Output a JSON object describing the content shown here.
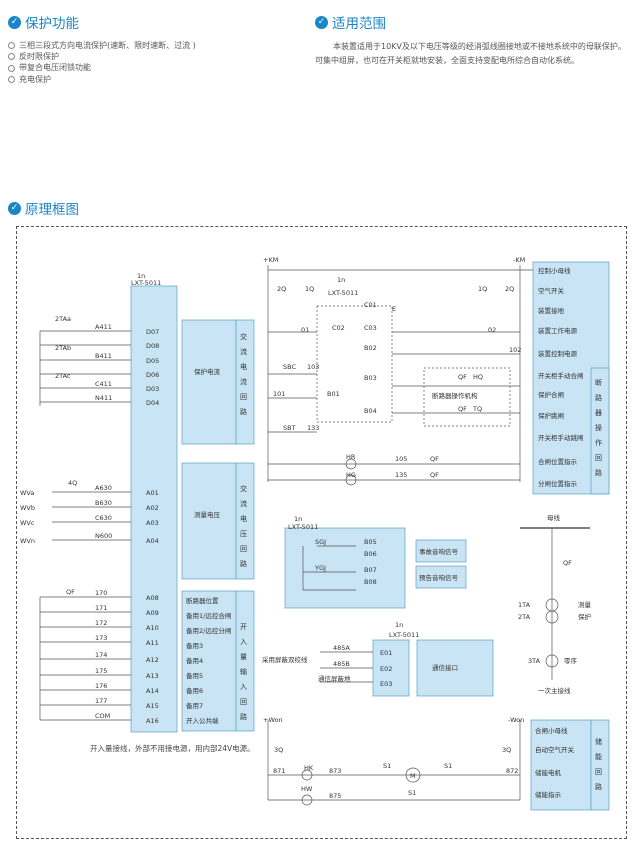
{
  "sections": {
    "protection": {
      "title": "保护功能"
    },
    "scope": {
      "title": "适用范围"
    },
    "diagram": {
      "title": "原理框图"
    }
  },
  "protection_items": [
    "三相三段式方向电流保护(速断、限时速断、过流 )",
    "反时限保护",
    "带复合电压闭锁功能",
    "充电保护"
  ],
  "scope_text": "本装置适用于10KV及以下电压等级的经消弧线圈接地或不接地系统中的母联保护。可集中组屏，也可在开关柜就地安装，全面支持变配电所综合自动化系统。",
  "device": {
    "tag": "1n",
    "model": "LXT-5011"
  },
  "current_inputs": {
    "cts": [
      "2TAa",
      "2TAb",
      "2TAc"
    ],
    "wires": [
      "A411",
      "B411",
      "C411",
      "N411"
    ],
    "terminals": [
      "D07",
      "D08",
      "D05",
      "D06",
      "D03",
      "D04"
    ]
  },
  "voltage_inputs": {
    "sources": [
      "WVa",
      "WVb",
      "WVc",
      "WVn"
    ],
    "switch": "4Q",
    "wires": [
      "A630",
      "B630",
      "C630",
      "N600"
    ],
    "terminals": [
      "A01",
      "A02",
      "A03",
      "A04"
    ]
  },
  "binary_inputs": {
    "qf": "QF",
    "wires": [
      "170",
      "171",
      "172",
      "173",
      "174",
      "175",
      "176",
      "177",
      "COM"
    ],
    "terminals": [
      "A08",
      "A09",
      "A10",
      "A11",
      "A12",
      "A13",
      "A14",
      "A15",
      "A16"
    ]
  },
  "blocks": {
    "protect_current": "保护电流",
    "ac_current_loop": "交流电流回路",
    "measure_voltage": "测量电压",
    "ac_voltage_loop": "交流电压回路",
    "switch_loop": "开入量输入回路"
  },
  "binary_table": [
    "断路器位置",
    "备用1/远控合闸",
    "备用2/远控分闸",
    "备用3",
    "备用4",
    "备用5",
    "备用6",
    "备用7",
    "开入公共端"
  ],
  "control": {
    "plus_km": "+KM",
    "minus_km": "-KM",
    "q2": "2Q",
    "q1": "1Q",
    "terminals": [
      "C01",
      "C02",
      "C03",
      "B02",
      "B03",
      "B01",
      "B04"
    ],
    "e": "E",
    "wires": [
      "01",
      "02",
      "102",
      "103",
      "101",
      "133",
      "105",
      "135"
    ],
    "sbc": "SBC",
    "sbt": "SBT",
    "qf": "QF",
    "hq": "HQ",
    "tq": "TQ",
    "mechanism": "断路器操作机构",
    "hr": "HR",
    "hg": "HG"
  },
  "control_table": [
    "控制小母线",
    "空气开关",
    "装置接地",
    "装置工作电源",
    "装置控制电源",
    "开关柜手动合闸",
    "保护合闸",
    "保护跳闸",
    "开关柜手动跳闸",
    "合闸位置指示",
    "分闸位置指示"
  ],
  "breaker_label": "断路器操作回路",
  "signal": {
    "device_tag": "1n",
    "device_model": "LXT-5011",
    "sgj": "SGJ",
    "ygj": "YGJ",
    "terminals": [
      "B05",
      "B06",
      "B07",
      "B08"
    ],
    "accident": "事故音响信号",
    "warning": "预告音响信号"
  },
  "comm": {
    "device_tag": "1n",
    "device_model": "LXT-5011",
    "lines": [
      "485A",
      "485B"
    ],
    "terminals": [
      "E01",
      "E02",
      "E03"
    ],
    "twisted": "采用屏蔽双绞线",
    "shield": "通信屏蔽地",
    "port": "通信接口"
  },
  "primary": {
    "bus": "母线",
    "qf": "QF",
    "ta1": "1TA",
    "ta2": "2TA",
    "ta3": "3TA",
    "measure": "测量",
    "protect": "保护",
    "zero_seq": "零序",
    "wiring": "一次主接线"
  },
  "energy": {
    "plus_won": "+Won",
    "minus_won": "-Won",
    "q3": "3Q",
    "hk": "HK",
    "hw": "HW",
    "s1": "S1",
    "m": "M",
    "wires": [
      "871",
      "873",
      "872",
      "875"
    ]
  },
  "energy_table": [
    "合闸小母线",
    "自动空气开关",
    "储能电机",
    "储能指示"
  ],
  "energy_label": "储能回路",
  "caption": "开入量接线，外部不用接电源，用内部24V电源。"
}
